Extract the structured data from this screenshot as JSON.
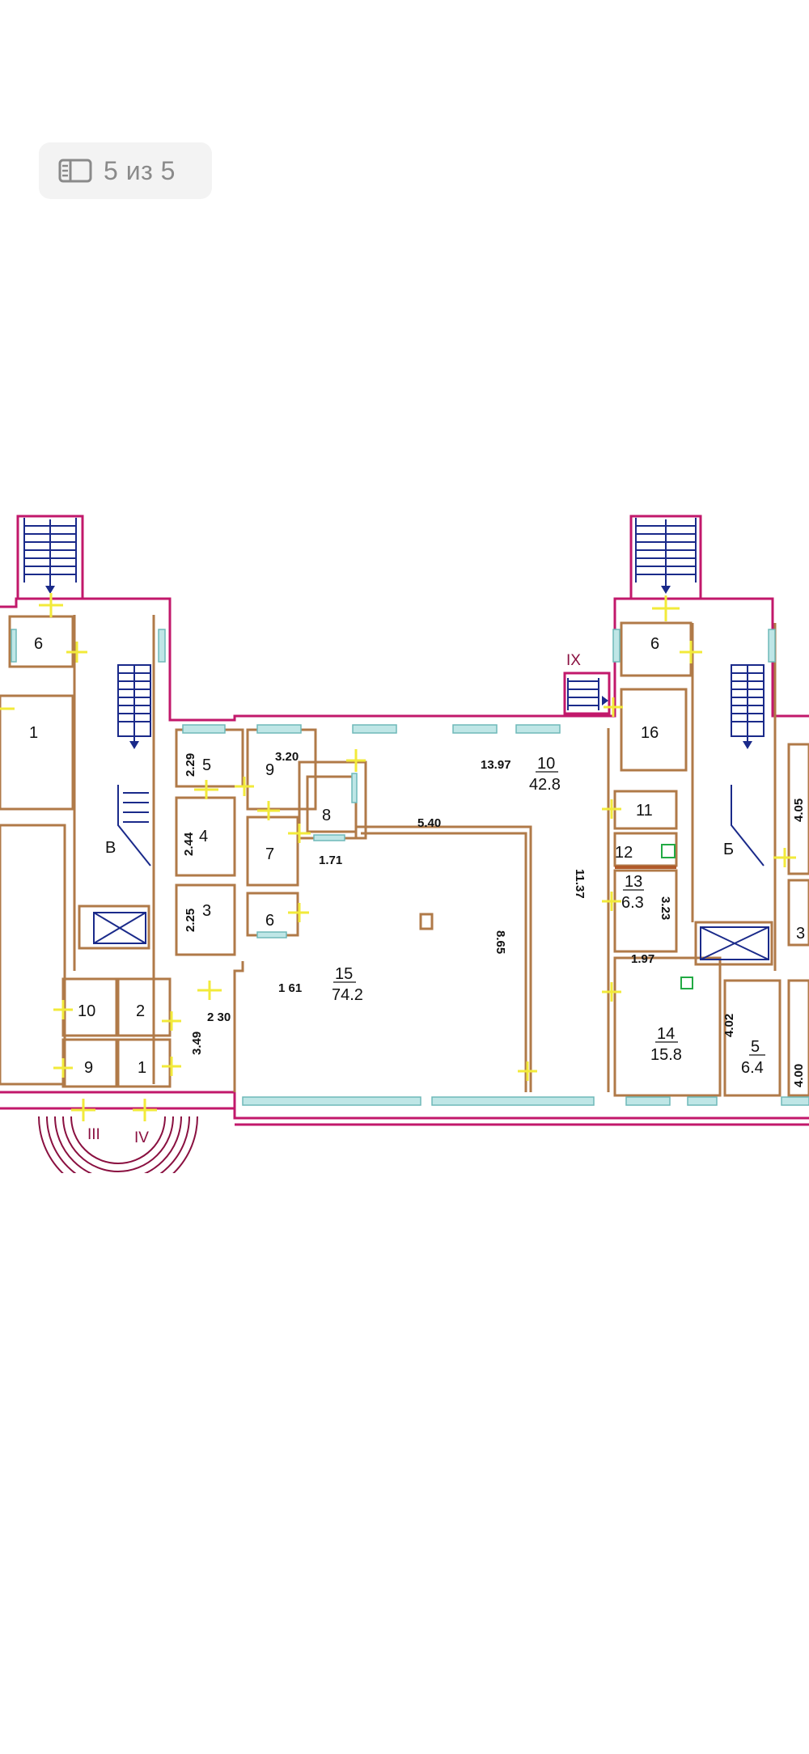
{
  "viewer": {
    "counter": "5 из 5",
    "counter_icon": "gallery-icon"
  },
  "plan": {
    "colors": {
      "wall": "#b07a48",
      "accent": "#c2186b",
      "window": "#7fc8c8",
      "door": "#f2ea3a",
      "stair": "#1a2a8a"
    },
    "stairs": [
      {
        "roman": "IX"
      },
      {
        "roman": "III"
      },
      {
        "roman": "IV"
      }
    ],
    "rooms": [
      {
        "num": "6"
      },
      {
        "num": "1"
      },
      {
        "num": "В"
      },
      {
        "num": "5"
      },
      {
        "num": "4"
      },
      {
        "num": "3"
      },
      {
        "num": "9"
      },
      {
        "num": "7"
      },
      {
        "num": "6"
      },
      {
        "num": "8"
      },
      {
        "num": "10"
      },
      {
        "num": "2"
      },
      {
        "num": "9"
      },
      {
        "num": "1"
      },
      {
        "num": "15",
        "area": "74.2"
      },
      {
        "num": "10",
        "area": "42.8"
      },
      {
        "num": "6"
      },
      {
        "num": "16"
      },
      {
        "num": "11"
      },
      {
        "num": "12"
      },
      {
        "num": "13",
        "area": "6.3"
      },
      {
        "num": "14",
        "area": "15.8"
      },
      {
        "num": "5",
        "area": "6.4"
      },
      {
        "num": "Б"
      },
      {
        "num": "3"
      }
    ],
    "dimensions": [
      "3.20",
      "13.97",
      "2.29",
      "2.44",
      "2.25",
      "5.40",
      "1.71",
      "11.37",
      "8.65",
      "1 61",
      "2 30",
      "3.49",
      "3.23",
      "1.97",
      "4.02",
      "4.00",
      "4.05"
    ]
  }
}
